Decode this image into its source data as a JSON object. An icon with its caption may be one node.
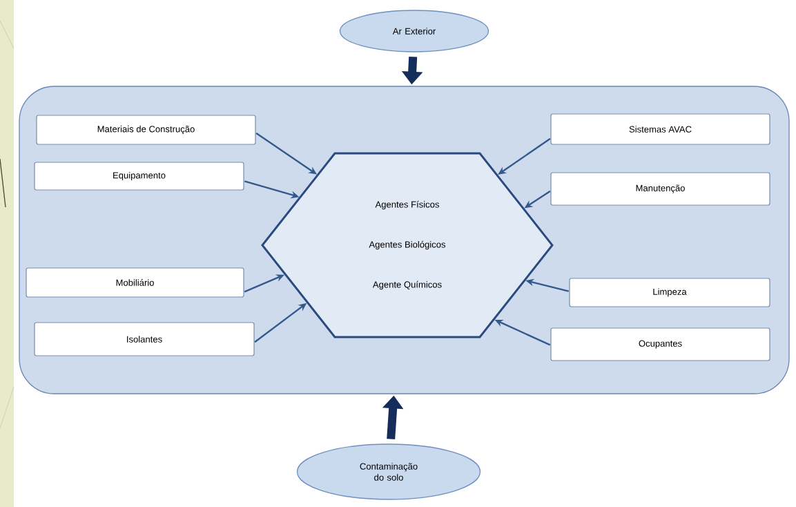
{
  "diagram": {
    "nodes": [
      {
        "text": [
          "Ar Exterior"
        ]
      },
      {
        "text": [],
        "shape": "box"
      },
      {
        "text": [
          "Materiais de Construção"
        ],
        "in": 1
      },
      {
        "text": [
          "Sistemas AVAC"
        ],
        "in": 1
      },
      {
        "text": [
          "Equipamento"
        ],
        "in": 1
      },
      {
        "text": [
          "Manutenção"
        ],
        "in": 1
      },
      {
        "text": [
          "Agentes Físicos",
          "Agentes Biológicos",
          "Agente Químicos"
        ],
        "in": 1
      },
      {
        "text": [
          "Mobiliário"
        ],
        "in": 1
      },
      {
        "text": [
          "Limpeza"
        ],
        "in": 1
      },
      {
        "text": [
          "Isolantes"
        ],
        "in": 1
      },
      {
        "text": [
          "Ocupantes"
        ],
        "in": 1
      },
      {
        "text": [
          "Contaminação do solo"
        ]
      }
    ],
    "edges": [
      {
        "from": 0,
        "to": 1,
        "arrow": "to",
        "style": "thick"
      },
      {
        "from": 2,
        "to": 6,
        "arrow": "to"
      },
      {
        "from": 4,
        "to": 6,
        "arrow": "to"
      },
      {
        "from": 7,
        "to": 6,
        "arrow": "to"
      },
      {
        "from": 9,
        "to": 6,
        "arrow": "to"
      },
      {
        "from": 3,
        "to": 6,
        "arrow": "to"
      },
      {
        "from": 5,
        "to": 6,
        "arrow": "to"
      },
      {
        "from": 8,
        "to": 6,
        "arrow": "to"
      },
      {
        "from": 10,
        "to": 6,
        "arrow": "to"
      },
      {
        "from": 11,
        "to": 1,
        "arrow": "to",
        "style": "thick"
      }
    ]
  }
}
